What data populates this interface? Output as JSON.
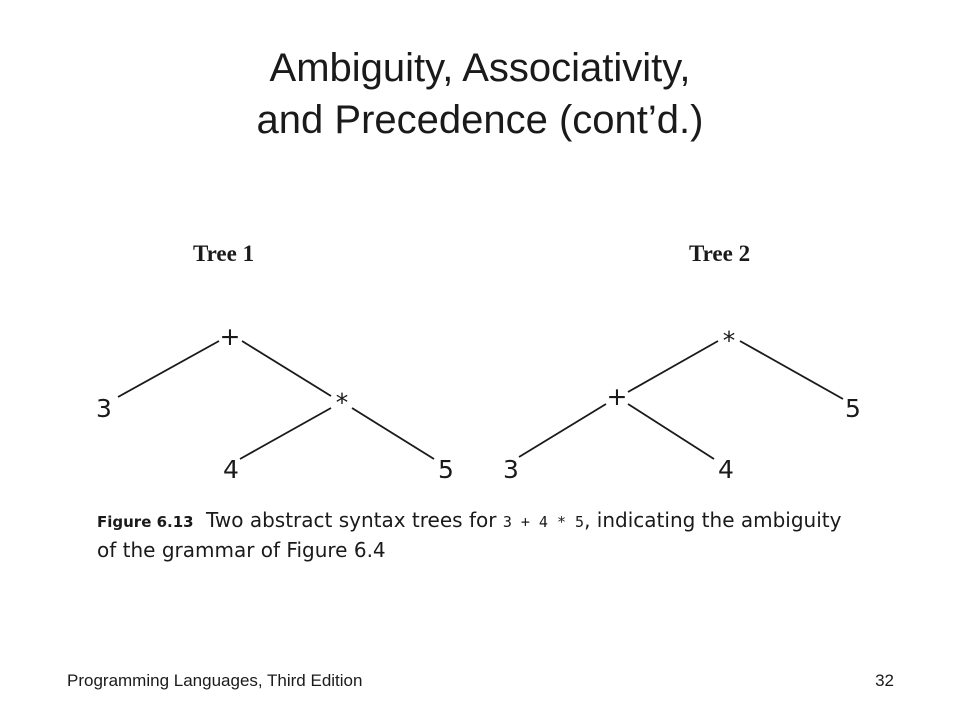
{
  "slide": {
    "title_line1": "Ambiguity, Associativity,",
    "title_line2": "and Precedence (cont’d.)"
  },
  "figure": {
    "tree1": {
      "heading": "Tree 1",
      "root": "+",
      "left_leaf": "3",
      "inner_op": "*",
      "inner_left": "4",
      "inner_right": "5"
    },
    "tree2": {
      "heading": "Tree 2",
      "root": "*",
      "right_leaf": "5",
      "inner_op": "+",
      "inner_left": "3",
      "inner_right": "4"
    },
    "caption": {
      "label": "Figure 6.13",
      "text_before": "Two abstract syntax trees for",
      "code": "3 + 4 * 5",
      "text_after": ", indicating the ambiguity of the grammar of Figure 6.4"
    }
  },
  "footer": {
    "book": "Programming Languages, Third Edition",
    "page": "32"
  }
}
